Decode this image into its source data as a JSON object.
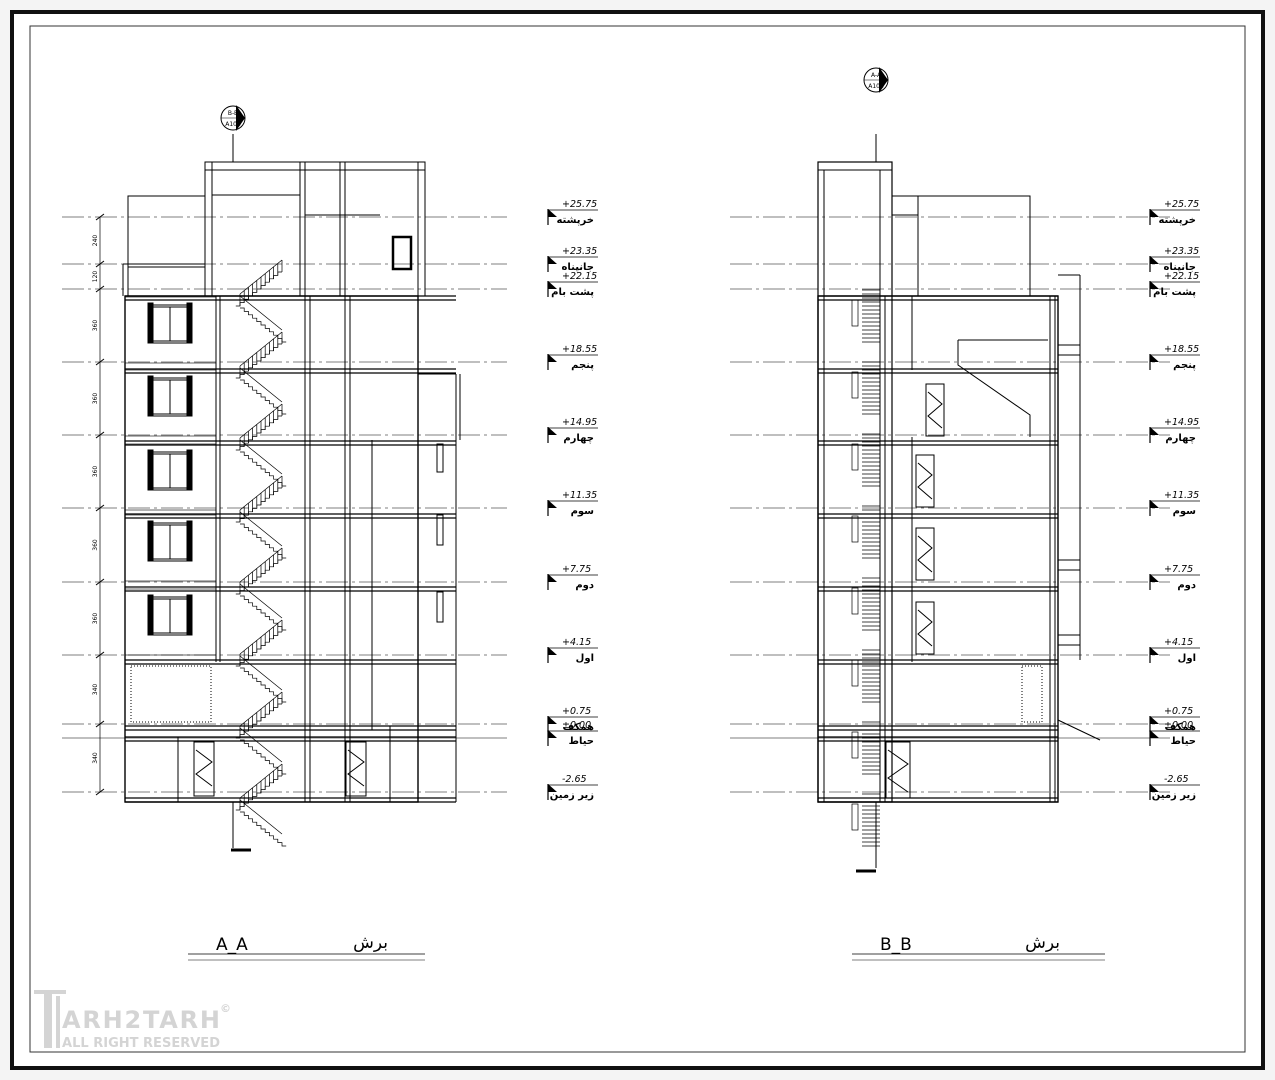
{
  "sheet": {
    "title_a": {
      "code": "A_A",
      "word": "برش"
    },
    "title_b": {
      "code": "B_B",
      "word": "برش"
    }
  },
  "section_tags": {
    "a": {
      "top": "B-B",
      "bottom": "A103"
    },
    "b": {
      "top": "A-A",
      "bottom": "A103"
    }
  },
  "levels": [
    {
      "value": "+25.75",
      "name": "خرپشته"
    },
    {
      "value": "+23.35",
      "name": "جانپناه"
    },
    {
      "value": "+22.15",
      "name": "پشت بام"
    },
    {
      "value": "+18.55",
      "name": "پنجم"
    },
    {
      "value": "+14.95",
      "name": "چهارم"
    },
    {
      "value": "+11.35",
      "name": "سوم"
    },
    {
      "value": "+7.75",
      "name": "دوم"
    },
    {
      "value": "+4.15",
      "name": "اول"
    },
    {
      "value": "+0.75",
      "name": "همکف"
    },
    {
      "value": "±0.00",
      "name": "حیاط"
    },
    {
      "value": "-2.65",
      "name": "زیر زمین"
    }
  ],
  "dimension_labels": [
    "240",
    "120",
    "360",
    "360",
    "360",
    "360",
    "360",
    "340",
    "340"
  ],
  "watermark": {
    "brand": "ARH2TARH",
    "tagline": "ALL RIGHT RESERVED",
    "symbol": "©"
  },
  "colors": {
    "line": "#000000",
    "watermark": "#d4d4d4",
    "border": "#111111"
  }
}
